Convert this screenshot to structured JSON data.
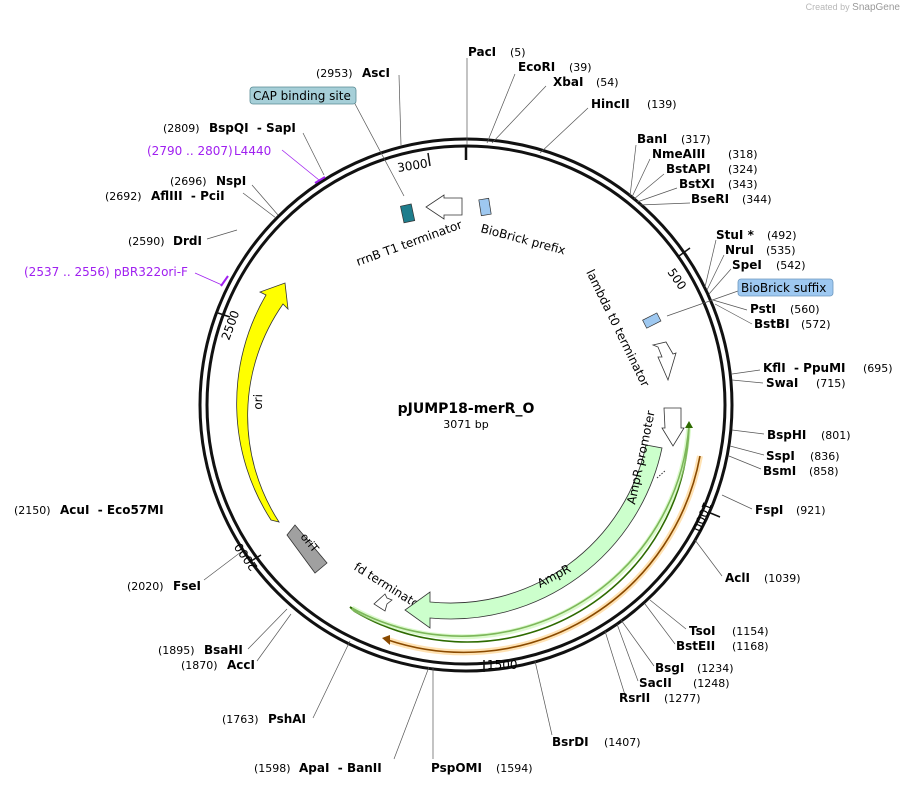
{
  "credit": {
    "prefix": "Created by",
    "brand": "SnapGene"
  },
  "plasmid": {
    "name": "pJUMP18-merR_O",
    "length": "3071 bp"
  },
  "ruler": [
    "500",
    "1000",
    "1500",
    "2000",
    "2500",
    "3000"
  ],
  "enzymes": [
    {
      "name": "PacI",
      "pos": "(5)"
    },
    {
      "name": "EcoRI",
      "pos": "(39)"
    },
    {
      "name": "XbaI",
      "pos": "(54)"
    },
    {
      "name": "HincII",
      "pos": "(139)"
    },
    {
      "name": "BanI",
      "pos": "(317)"
    },
    {
      "name": "NmeAIII",
      "pos": "(318)"
    },
    {
      "name": "BstAPI",
      "pos": "(324)"
    },
    {
      "name": "BstXI",
      "pos": "(343)"
    },
    {
      "name": "BseRI",
      "pos": "(344)"
    },
    {
      "name": "StuI *",
      "pos": "(492)"
    },
    {
      "name": "NruI",
      "pos": "(535)"
    },
    {
      "name": "SpeI",
      "pos": "(542)"
    },
    {
      "name": "PstI",
      "pos": "(560)"
    },
    {
      "name": "BstBI",
      "pos": "(572)"
    },
    {
      "name": "KflI  - PpuMI",
      "pos": "(695)"
    },
    {
      "name": "SwaI",
      "pos": "(715)"
    },
    {
      "name": "BspHI",
      "pos": "(801)"
    },
    {
      "name": "SspI",
      "pos": "(836)"
    },
    {
      "name": "BsmI",
      "pos": "(858)"
    },
    {
      "name": "FspI",
      "pos": "(921)"
    },
    {
      "name": "AclI",
      "pos": "(1039)"
    },
    {
      "name": "TsoI",
      "pos": "(1154)"
    },
    {
      "name": "BstEII",
      "pos": "(1168)"
    },
    {
      "name": "BsgI",
      "pos": "(1234)"
    },
    {
      "name": "SacII",
      "pos": "(1248)"
    },
    {
      "name": "RsrII",
      "pos": "(1277)"
    },
    {
      "name": "BsrDI",
      "pos": "(1407)"
    },
    {
      "name": "PspOMI",
      "pos": "(1594)"
    },
    {
      "name": "ApaI  - BanII",
      "pos": "(1598)"
    },
    {
      "name": "PshAI",
      "pos": "(1763)"
    },
    {
      "name": "AccI",
      "pos": "(1870)"
    },
    {
      "name": "BsaHI",
      "pos": "(1895)"
    },
    {
      "name": "FseI",
      "pos": "(2020)"
    },
    {
      "name": "AcuI  - Eco57MI",
      "pos": "(2150)"
    },
    {
      "name": "DrdI",
      "pos": "(2590)"
    },
    {
      "name": "AflIII  - PciI",
      "pos": "(2692)"
    },
    {
      "name": "NspI",
      "pos": "(2696)"
    },
    {
      "name": "BspQI  - SapI",
      "pos": "(2809)"
    },
    {
      "name": "AscI",
      "pos": "(2953)"
    }
  ],
  "primers": [
    {
      "range": "(2790 .. 2807)",
      "name": "L4440"
    },
    {
      "range": "(2537 .. 2556)",
      "name": "pBR322ori-F"
    }
  ],
  "boxed_features": [
    {
      "label": "CAP binding site",
      "color": "#a6cfd8"
    },
    {
      "label": "BioBrick suffix",
      "color": "#9ec8f0"
    }
  ],
  "features": [
    {
      "label": "rrnB T1 terminator"
    },
    {
      "label": "BioBrick prefix"
    },
    {
      "label": "lambda t0 terminator"
    },
    {
      "label": "AmpR promoter"
    },
    {
      "label": "AmpR"
    },
    {
      "label": "fd terminator"
    },
    {
      "label": "ori"
    },
    {
      "label": "oriT"
    }
  ],
  "colors": {
    "ori": "#ffff00",
    "ampr": "#ccffcc",
    "orit": "#a0a0a0",
    "orf_green": "#2d6a00",
    "orf_orange": "#8a4a00",
    "primer": "#a020f0",
    "terminator_box": "#1e7d8c",
    "biobrick": "#9ec8f0"
  }
}
